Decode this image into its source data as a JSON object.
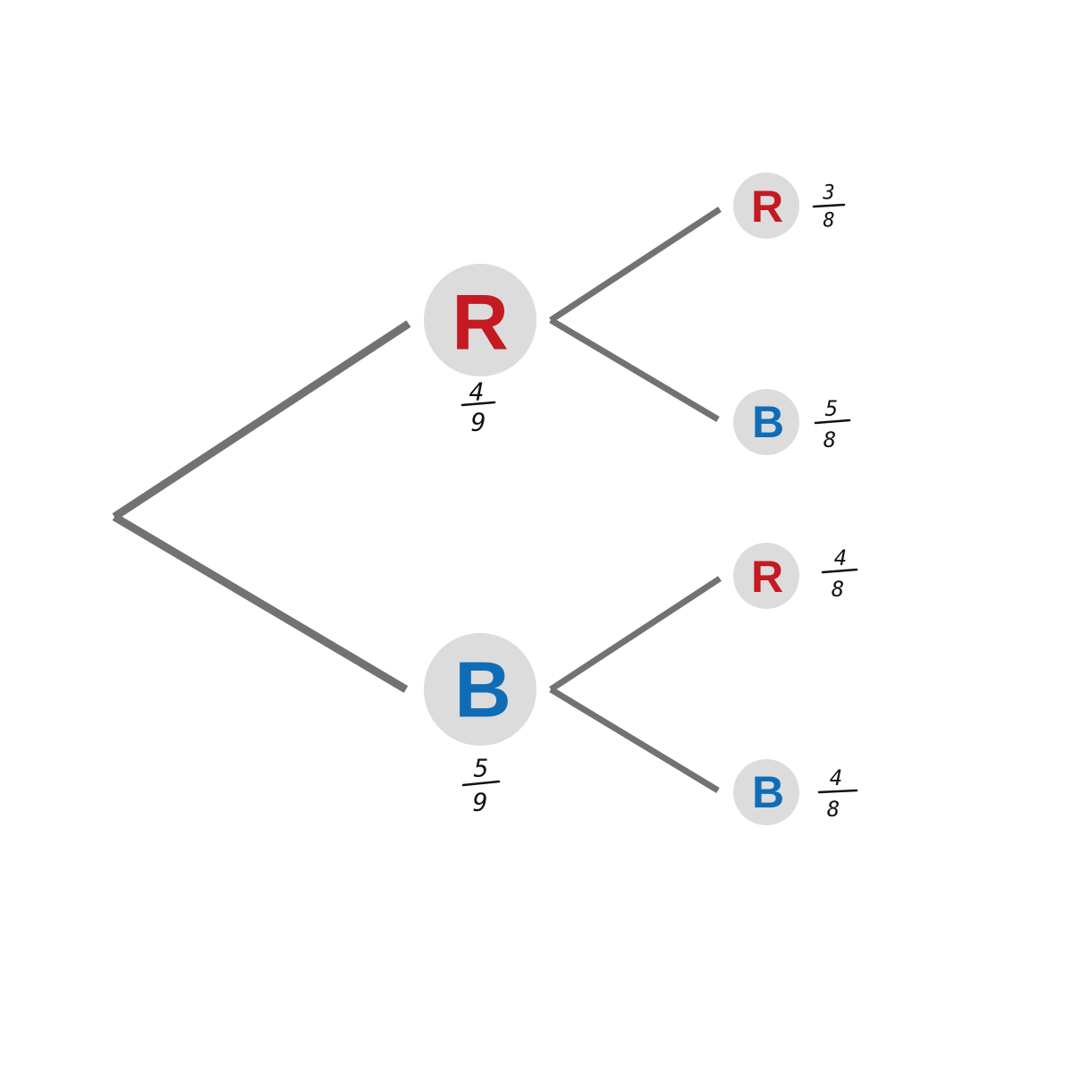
{
  "colors": {
    "red": "#c41a22",
    "blue": "#0f6db8",
    "branch": "#727272",
    "node_bg": "#dcdcdc"
  },
  "tree": {
    "first_draw": [
      {
        "letter": "R",
        "color_key": "red",
        "probability": {
          "numerator": "4",
          "denominator": "9"
        }
      },
      {
        "letter": "B",
        "color_key": "blue",
        "probability": {
          "numerator": "5",
          "denominator": "9"
        }
      }
    ],
    "second_draw": [
      {
        "parent": "R",
        "letter": "R",
        "color_key": "red",
        "probability": {
          "numerator": "3",
          "denominator": "8"
        }
      },
      {
        "parent": "R",
        "letter": "B",
        "color_key": "blue",
        "probability": {
          "numerator": "5",
          "denominator": "8"
        }
      },
      {
        "parent": "B",
        "letter": "R",
        "color_key": "red",
        "probability": {
          "numerator": "4",
          "denominator": "8"
        }
      },
      {
        "parent": "B",
        "letter": "B",
        "color_key": "blue",
        "probability": {
          "numerator": "4",
          "denominator": "8"
        }
      }
    ]
  }
}
